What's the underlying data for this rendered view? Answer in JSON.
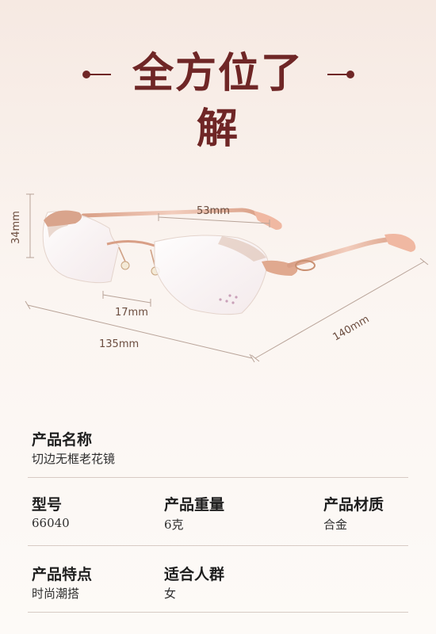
{
  "header": {
    "title": "全方位了解"
  },
  "dimensions": {
    "lens_height": "34mm",
    "lens_width": "53mm",
    "bridge": "17mm",
    "frame_width": "135mm",
    "temple_length": "140mm"
  },
  "specs": {
    "name": {
      "label": "产品名称",
      "value": "切边无框老花镜"
    },
    "model": {
      "label": "型号",
      "value": "66040"
    },
    "weight": {
      "label": "产品重量",
      "value": "6克"
    },
    "material": {
      "label": "产品材质",
      "value": "合金"
    },
    "feature": {
      "label": "产品特点",
      "value": "时尚潮搭"
    },
    "audience": {
      "label": "适合人群",
      "value": "女"
    }
  },
  "colors": {
    "title": "#6f2626",
    "frame": "#e6b7a0",
    "temple_tip": "#f0b8a2"
  }
}
